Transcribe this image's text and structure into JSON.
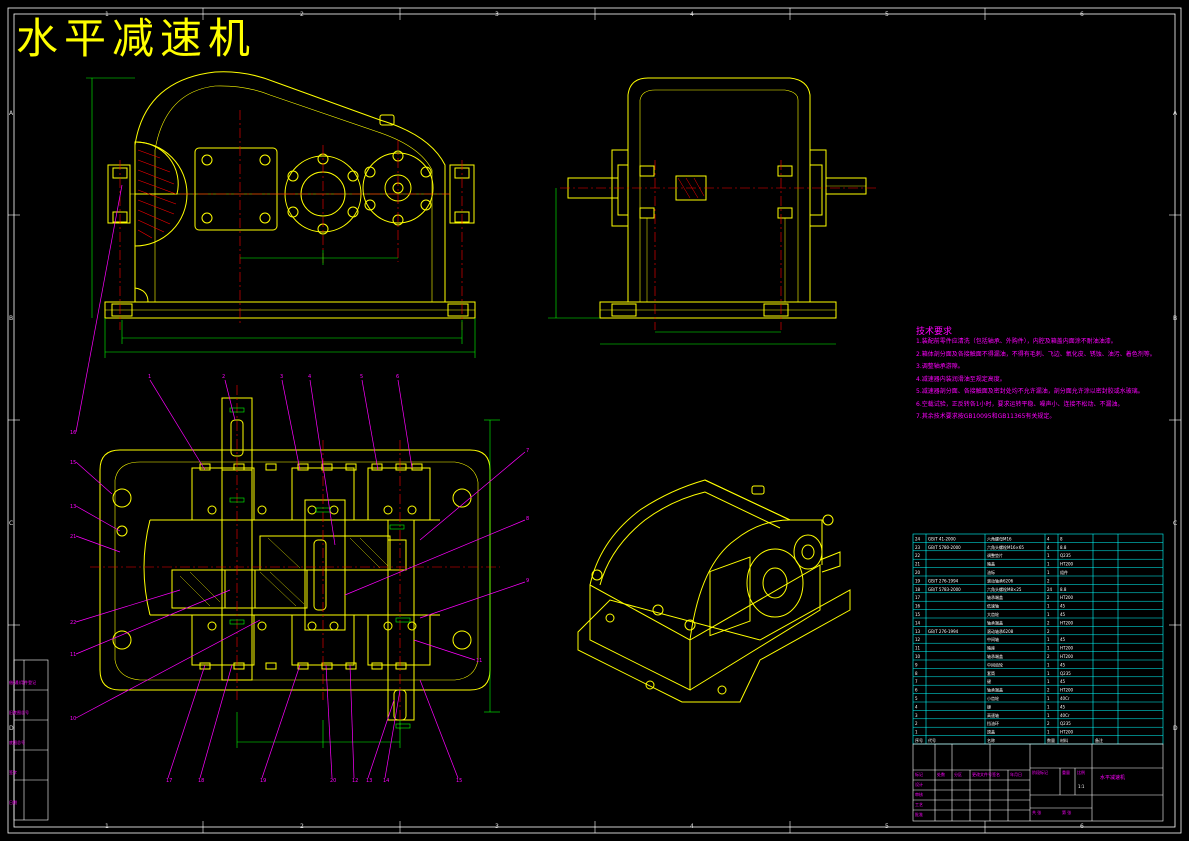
{
  "title": "水平减速机",
  "zone_numbers_top": [
    "1",
    "2",
    "3",
    "4",
    "5",
    "6"
  ],
  "zone_letters_side": [
    "A",
    "B",
    "C",
    "D"
  ],
  "tech_requirements": {
    "heading": "技术要求",
    "lines": [
      "1.装配前零件应清洗（包括轴承、外购件），内腔及箱盖内面涂不耐油油漆。",
      "2.箱体剖分面及各接触面不得漏油，不得有毛刺、飞边、氧化皮、锈蚀、油污、着色剂等。",
      "3.调整轴承游隙。",
      "4.减速器内装润滑油至规定高度。",
      "5.减速器剖分面、各接触面及密封处均不允许漏油，剖分面允许涂以密封胶或水玻璃。",
      "6.空载试验，正反转各1小时，要求运转平稳、噪声小、连接不松动、不漏油。",
      "7.其余技术要求按GB10095和GB11365有关规定。"
    ]
  },
  "bom": {
    "header": [
      "序号",
      "代号",
      "名称",
      "数量",
      "材料",
      "备注"
    ],
    "rows": [
      [
        "24",
        "GB/T 41-2000",
        "六角螺母M16",
        "4",
        "8",
        ""
      ],
      [
        "23",
        "GB/T 5780-2000",
        "六角头螺栓M16×65",
        "4",
        "8.8",
        ""
      ],
      [
        "22",
        "",
        "调整垫片",
        "1",
        "Q235",
        ""
      ],
      [
        "21",
        "",
        "箱盖",
        "1",
        "HT200",
        ""
      ],
      [
        "20",
        "",
        "油标",
        "1",
        "组件",
        ""
      ],
      [
        "19",
        "GB/T 276-1994",
        "滚动轴承6206",
        "2",
        "",
        ""
      ],
      [
        "18",
        "GB/T 5783-2000",
        "六角头螺栓M8×25",
        "24",
        "8.8",
        ""
      ],
      [
        "17",
        "",
        "轴承端盖",
        "2",
        "HT200",
        ""
      ],
      [
        "16",
        "",
        "低速轴",
        "1",
        "45",
        ""
      ],
      [
        "15",
        "",
        "大齿轮",
        "1",
        "45",
        ""
      ],
      [
        "14",
        "",
        "轴承端盖",
        "2",
        "HT200",
        ""
      ],
      [
        "13",
        "GB/T 276-1994",
        "滚动轴承6208",
        "2",
        "",
        ""
      ],
      [
        "12",
        "",
        "中间轴",
        "1",
        "45",
        ""
      ],
      [
        "11",
        "",
        "箱座",
        "1",
        "HT200",
        ""
      ],
      [
        "10",
        "",
        "轴承端盖",
        "2",
        "HT200",
        ""
      ],
      [
        "9",
        "",
        "中间齿轮",
        "1",
        "45",
        ""
      ],
      [
        "8",
        "",
        "套筒",
        "1",
        "Q235",
        ""
      ],
      [
        "7",
        "",
        "键",
        "1",
        "45",
        ""
      ],
      [
        "6",
        "",
        "轴承端盖",
        "2",
        "HT200",
        ""
      ],
      [
        "5",
        "",
        "小齿轮",
        "1",
        "40Cr",
        ""
      ],
      [
        "4",
        "",
        "键",
        "1",
        "45",
        ""
      ],
      [
        "3",
        "",
        "高速轴",
        "1",
        "40Cr",
        ""
      ],
      [
        "2",
        "",
        "挡油环",
        "2",
        "Q235",
        ""
      ],
      [
        "1",
        "",
        "透盖",
        "1",
        "HT200",
        ""
      ]
    ]
  },
  "title_block": {
    "part_name": "水平减速机",
    "scale": "1:1",
    "labels": [
      "标记",
      "处数",
      "分区",
      "更改文件号",
      "签名",
      "年月日",
      "设计",
      "审核",
      "工艺",
      "批准",
      "阶段标记",
      "重量",
      "比例",
      "共 张",
      "第 张"
    ]
  },
  "left_strip": [
    "借(通)用件登记",
    "旧底图总号",
    "底图总号",
    "签字",
    "日期"
  ],
  "colors": {
    "outline": "#ffff00",
    "dimension": "#00ff00",
    "center_line": "#ff0000",
    "leader": "#ff00ff",
    "table": "#00ffff",
    "frame": "#ffffff"
  }
}
